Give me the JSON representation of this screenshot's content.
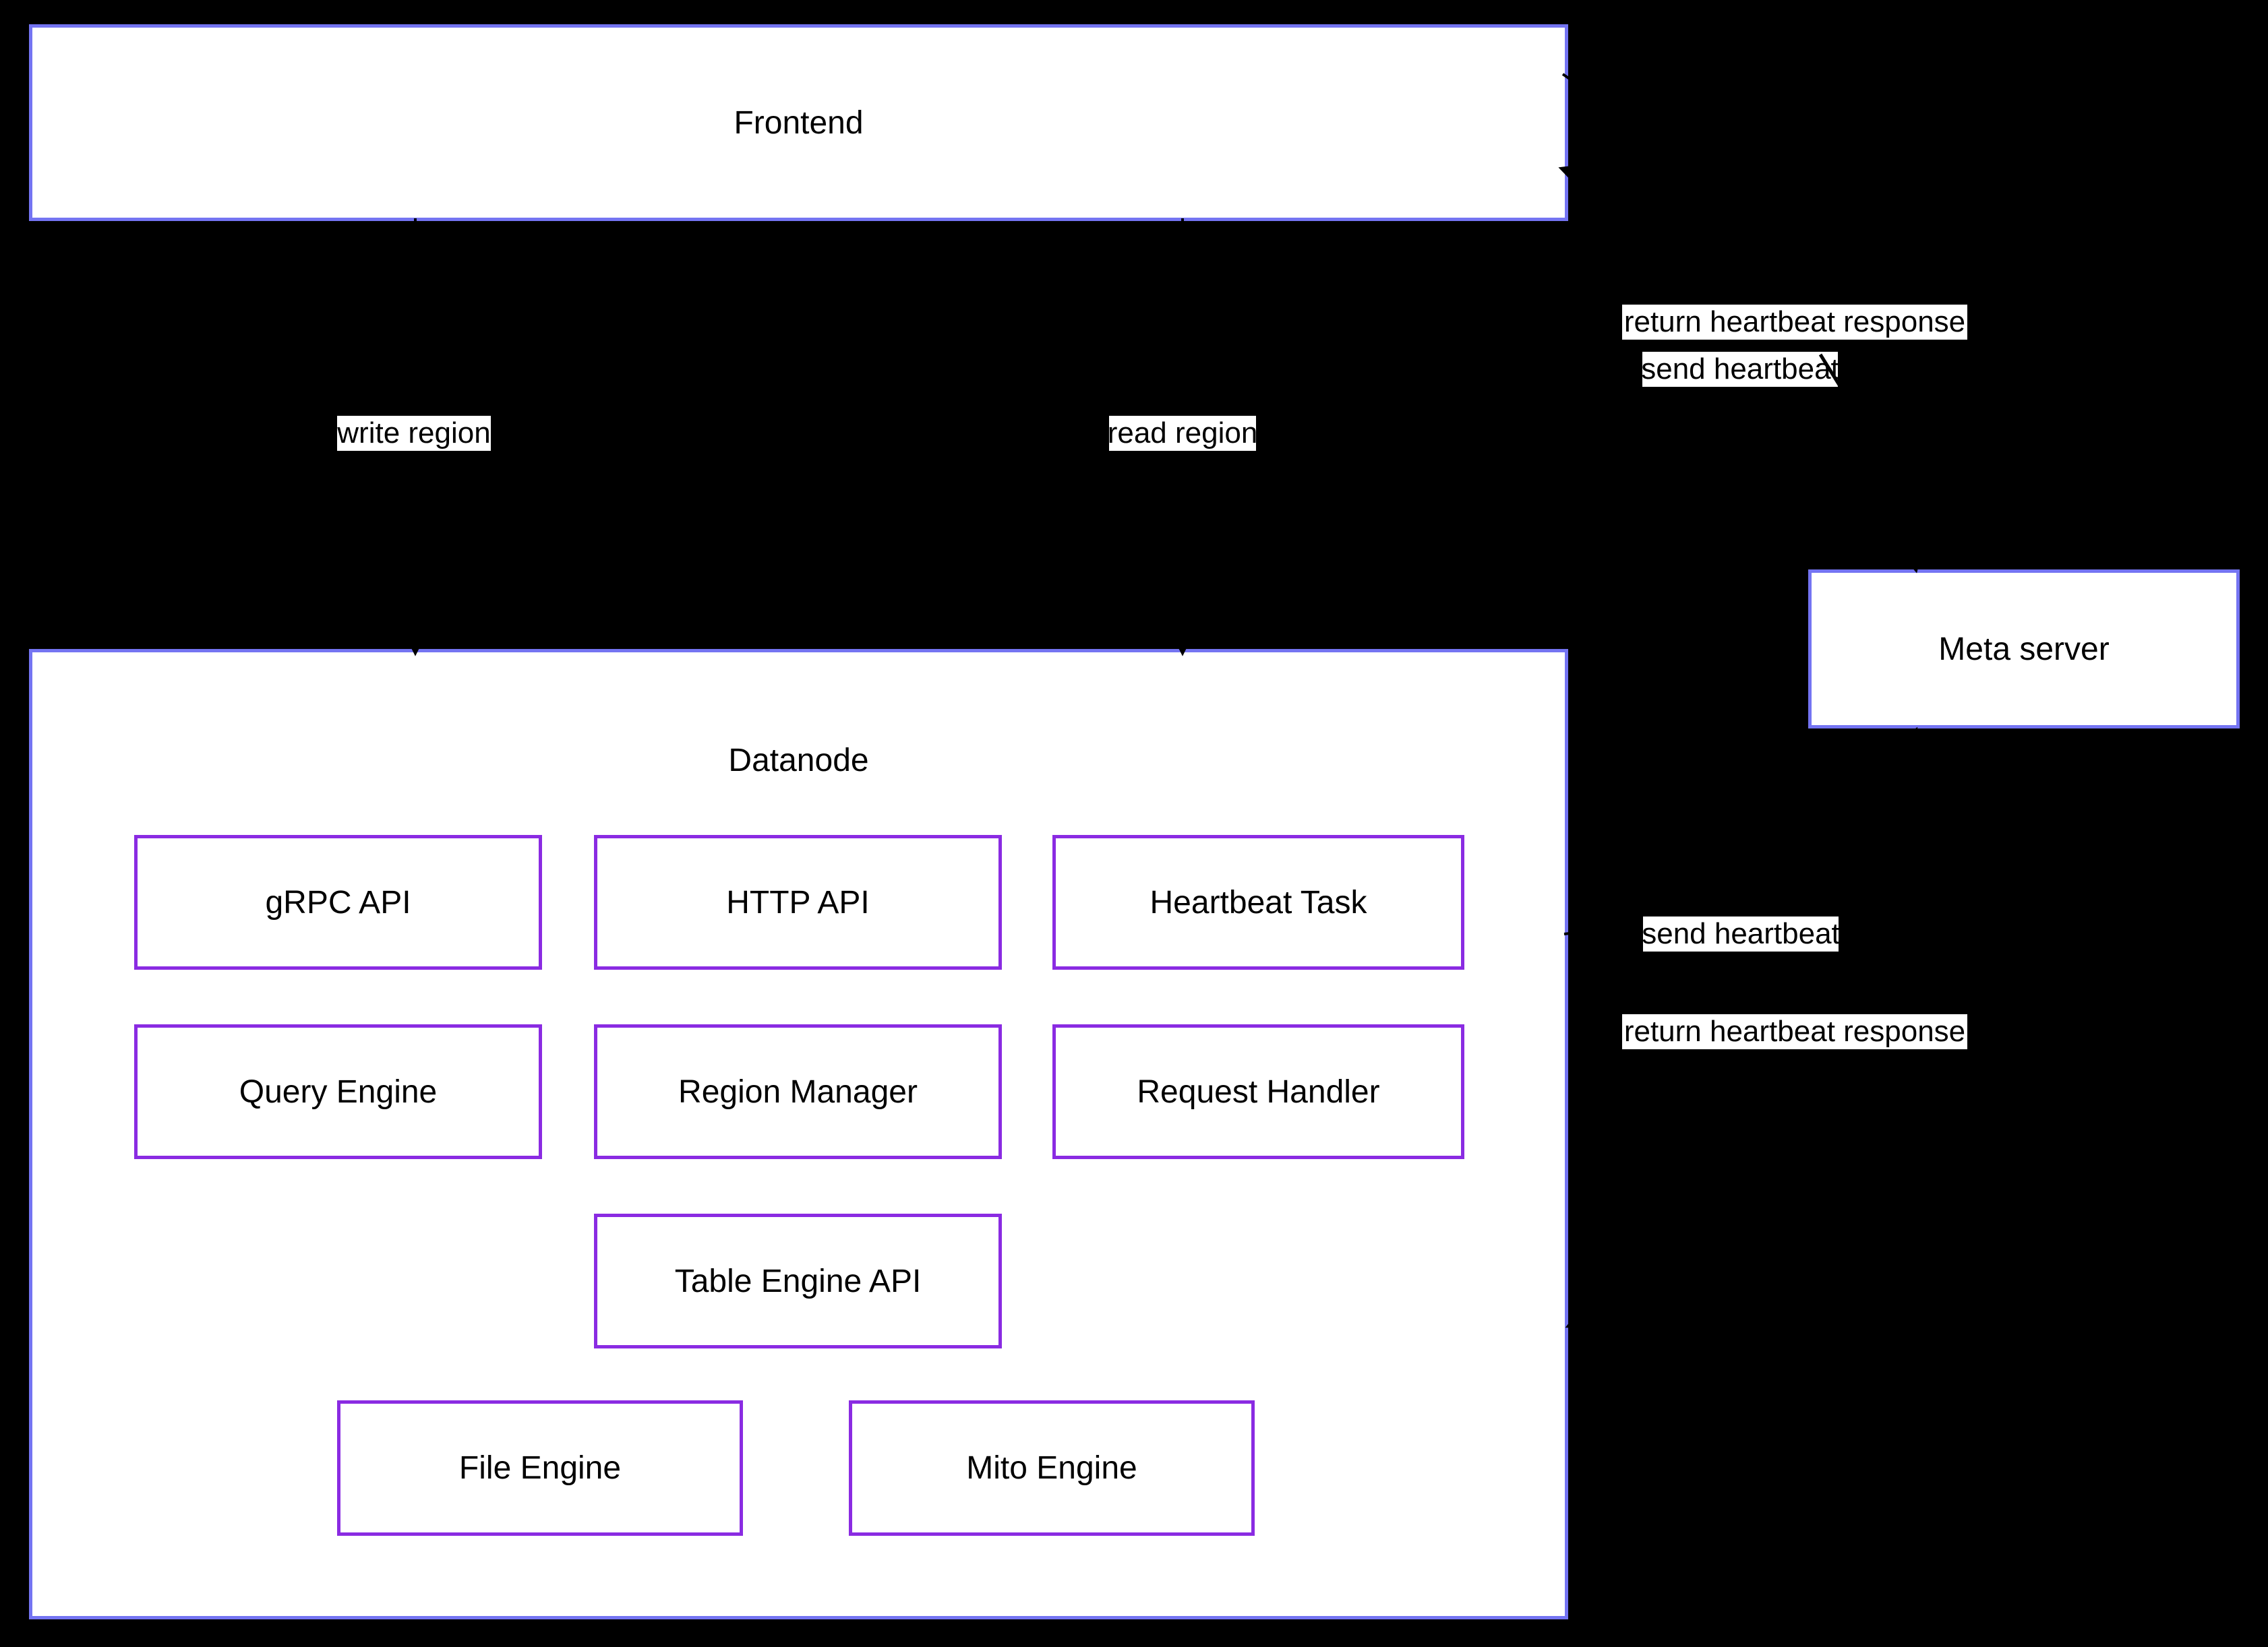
{
  "nodes": {
    "frontend": {
      "label": "Frontend"
    },
    "datanode": {
      "label": "Datanode"
    },
    "meta_server": {
      "label": "Meta server"
    },
    "grpc_api": {
      "label": "gRPC API"
    },
    "http_api": {
      "label": "HTTP API"
    },
    "heartbeat_task": {
      "label": "Heartbeat Task"
    },
    "query_engine": {
      "label": "Query Engine"
    },
    "region_manager": {
      "label": "Region Manager"
    },
    "request_handler": {
      "label": "Request Handler"
    },
    "table_engine_api": {
      "label": "Table Engine API"
    },
    "file_engine": {
      "label": "File Engine"
    },
    "mito_engine": {
      "label": "Mito Engine"
    }
  },
  "edge_labels": {
    "write_region": "write region",
    "read_region": "read region",
    "send_heartbeat_frontend": "send heartbeat",
    "return_heartbeat_frontend": "return heartbeat response",
    "send_heartbeat_datanode": "send heartbeat",
    "return_heartbeat_datanode": "return heartbeat response"
  },
  "colors": {
    "background": "#000000",
    "container_border": "#7474F2",
    "component_border": "#8A2BE2",
    "node_fill": "#FFFFFF",
    "text": "#000000",
    "edge": "#000000"
  }
}
